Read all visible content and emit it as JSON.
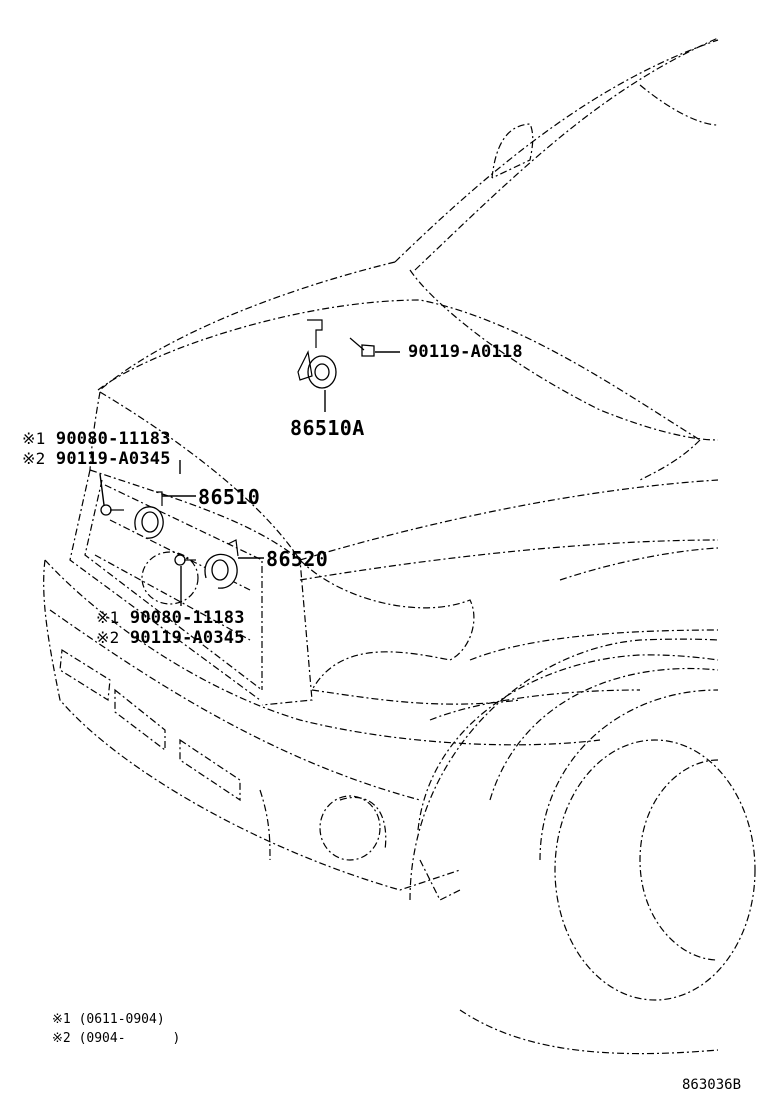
{
  "callouts": [
    {
      "id": "horn_high",
      "part_number": "86510A"
    },
    {
      "id": "horn_high_bolt",
      "part_number": "90119-A0118"
    },
    {
      "id": "horn_left",
      "part_number": "86510"
    },
    {
      "id": "horn_right",
      "part_number": "86520"
    },
    {
      "id": "bolt_upper_1",
      "mark": "※1",
      "part_number": "90080-11183"
    },
    {
      "id": "bolt_upper_2",
      "mark": "※2",
      "part_number": "90119-A0345"
    },
    {
      "id": "bolt_lower_1",
      "mark": "※1",
      "part_number": "90080-11183"
    },
    {
      "id": "bolt_lower_2",
      "mark": "※2",
      "part_number": "90119-A0345"
    }
  ],
  "notes": [
    {
      "mark": "※1",
      "text": "(0611-0904)"
    },
    {
      "mark": "※2",
      "text": "(0904-      )"
    }
  ],
  "diagram_code": "863036B"
}
